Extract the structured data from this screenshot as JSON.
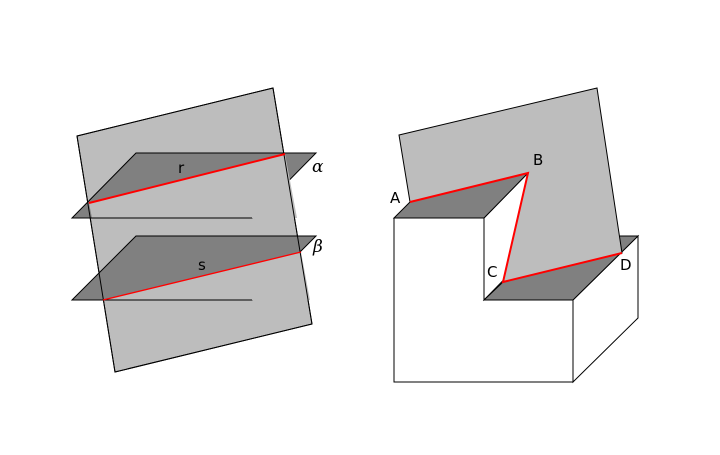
{
  "colors": {
    "light_plane": "#bdbdbd",
    "dark_plane": "#808080",
    "line_accent": "#ff0000",
    "outline": "#000000",
    "solid_face": "#ffffff"
  },
  "left_figure": {
    "line_r_label": "r",
    "line_s_label": "s",
    "plane_alpha_label": "α",
    "plane_beta_label": "β"
  },
  "right_figure": {
    "point_a_label": "A",
    "point_b_label": "B",
    "point_c_label": "C",
    "point_d_label": "D"
  }
}
